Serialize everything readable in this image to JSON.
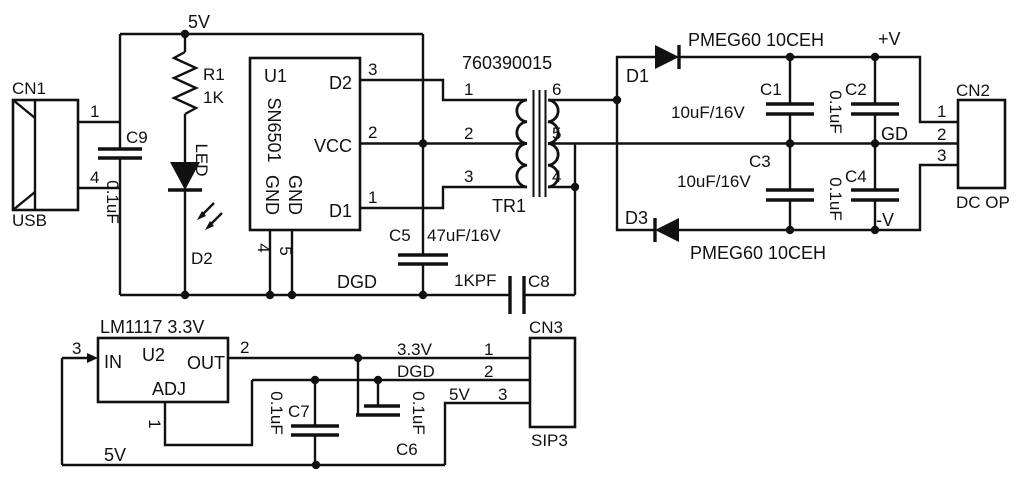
{
  "schematic": {
    "nets": {
      "v5": "5V",
      "dgd": "DGD",
      "v33": "3.3V",
      "vplus": "+V",
      "gd": "GD",
      "vminus": "-V"
    },
    "components": {
      "cn1": {
        "ref": "CN1",
        "connector_type": "USB",
        "pin1": "1",
        "pin4": "4"
      },
      "c9": {
        "ref": "C9",
        "value": "0.1uF"
      },
      "r1": {
        "ref": "R1",
        "value": "1K"
      },
      "d2_led": {
        "ref": "D2",
        "label": "LED"
      },
      "u1": {
        "ref": "U1",
        "part": "SN6501",
        "pin_d2": "D2",
        "pin_vcc": "VCC",
        "pin_d1": "D1",
        "pin_gnd_a": "GND",
        "pin_gnd_b": "GND",
        "num_d2": "3",
        "num_vcc": "2",
        "num_d1": "1",
        "num_gnd_a": "4",
        "num_gnd_b": "5"
      },
      "c5": {
        "ref": "C5",
        "value": "47uF/16V"
      },
      "tr1": {
        "ref": "TR1",
        "part": "760390015",
        "pin1": "1",
        "pin2": "2",
        "pin3": "3",
        "pin4": "4",
        "pin5": "5",
        "pin6": "6"
      },
      "c8": {
        "ref": "C8",
        "value": "1KPF"
      },
      "d1": {
        "ref": "D1",
        "part": "PMEG60 10CEH"
      },
      "d3": {
        "ref": "D3",
        "part": "PMEG60 10CEH"
      },
      "c1": {
        "ref": "C1",
        "value": "10uF/16V"
      },
      "c2": {
        "ref": "C2",
        "value": "0.1uF"
      },
      "c3": {
        "ref": "C3",
        "value": "10uF/16V"
      },
      "c4": {
        "ref": "C4",
        "value": "0.1uF"
      },
      "cn2": {
        "ref": "CN2",
        "connector_type": "DC OP",
        "pin1": "1",
        "pin2": "2",
        "pin3": "3"
      },
      "u2": {
        "ref": "U2",
        "part": "LM1117 3.3V",
        "pin_in": "IN",
        "pin_out": "OUT",
        "pin_adj": "ADJ",
        "num_in": "3",
        "num_out": "2",
        "num_adj": "1"
      },
      "c7": {
        "ref": "C7",
        "value": "0.1uF"
      },
      "c6": {
        "ref": "C6",
        "value": "0.1uF"
      },
      "cn3": {
        "ref": "CN3",
        "connector_type": "SIP3",
        "pin1": "1",
        "pin2": "2",
        "pin3": "3"
      }
    }
  }
}
